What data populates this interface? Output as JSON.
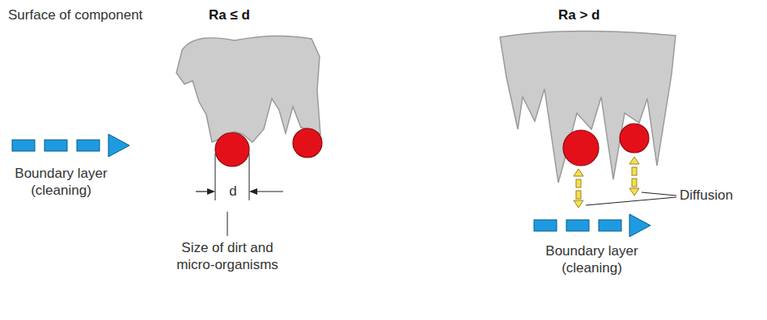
{
  "diagram": {
    "labels": [
      "Surface of component",
      "Ra ≤ d",
      "Ra > d",
      "Boundary layer (cleaning)",
      "d",
      "Size of dirt and micro-organisms",
      "Diffusion",
      "Boundary layer (cleaning)"
    ]
  }
}
